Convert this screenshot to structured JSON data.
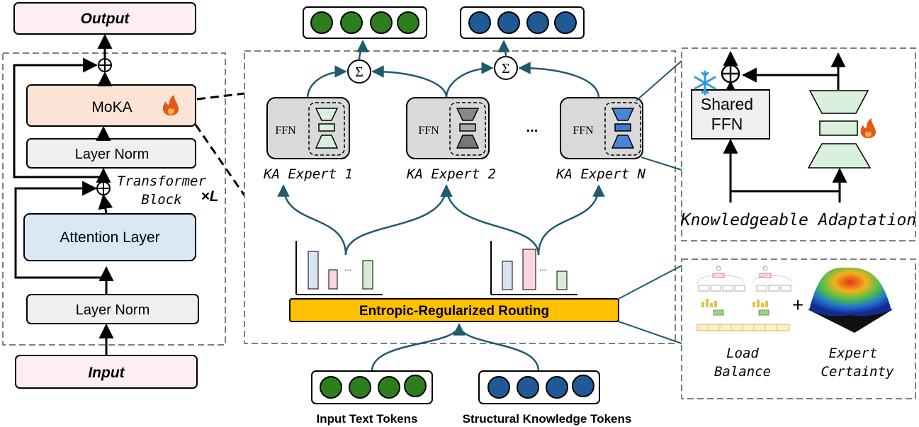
{
  "left_block": {
    "output_label": "Output",
    "input_label": "Input",
    "moka_label": "MoKA",
    "layer_norm_top": "Layer Norm",
    "layer_norm_bottom": "Layer Norm",
    "attention_label": "Attention Layer",
    "transformer_line1": "Transformer",
    "transformer_line2": "Block",
    "times_l": "×L"
  },
  "experts": {
    "ffn": "FFN",
    "expert_1": "KA Expert 1",
    "expert_2": "KA Expert 2",
    "expert_n": "KA Expert N",
    "ellipsis": "..."
  },
  "sum_symbol": "Σ",
  "routing": {
    "label": "Entropic-Regularized Routing",
    "hist_ellipsis": "..."
  },
  "tokens": {
    "text_label": "Input Text Tokens",
    "knowledge_label": "Structural Knowledge Tokens"
  },
  "adaptation": {
    "shared_line1": "Shared",
    "shared_line2": "FFN",
    "title": "Knowledgeable Adaptation"
  },
  "loss": {
    "plus": "+",
    "load_line1": "Load",
    "load_line2": "Balance",
    "certainty_line1": "Expert",
    "certainty_line2": "Certainty"
  },
  "colors": {
    "green_token": "#2e7d1e",
    "blue_token": "#1f5a96",
    "moka_fill": "#fbe3d6",
    "attention_fill": "#dae8f5",
    "io_fill": "#fdeef4",
    "router_fill": "#ffc000",
    "expert_fill": "#d9d9d9",
    "adapter_green": "#d8f0dc"
  }
}
